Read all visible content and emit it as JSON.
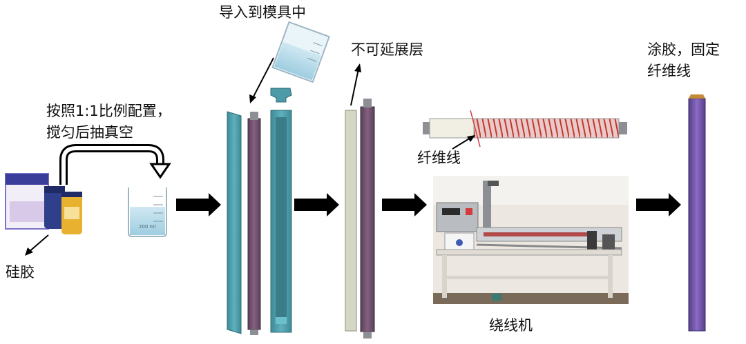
{
  "labels": {
    "mold_import": "导入到模具中",
    "ratio_line1": "按照1:1比例配置，",
    "ratio_line2": "搅匀后抽真空",
    "silicone": "硅胶",
    "nonstretch_layer": "不可延展层",
    "fiber_line": "纤维线",
    "winding_machine": "绕线机",
    "glue_line1": "涂胶，固定",
    "glue_line2": "纤维线"
  },
  "beaker_marks": [
    "200 ml"
  ],
  "colors": {
    "mold_teal": "#4d9aa8",
    "core_purple": "#6d4f6c",
    "layer_beige": "#cfcfbf",
    "final_purple": "#6a4fa0",
    "arrow": "#000000",
    "fiber_red": "#c0392b"
  }
}
